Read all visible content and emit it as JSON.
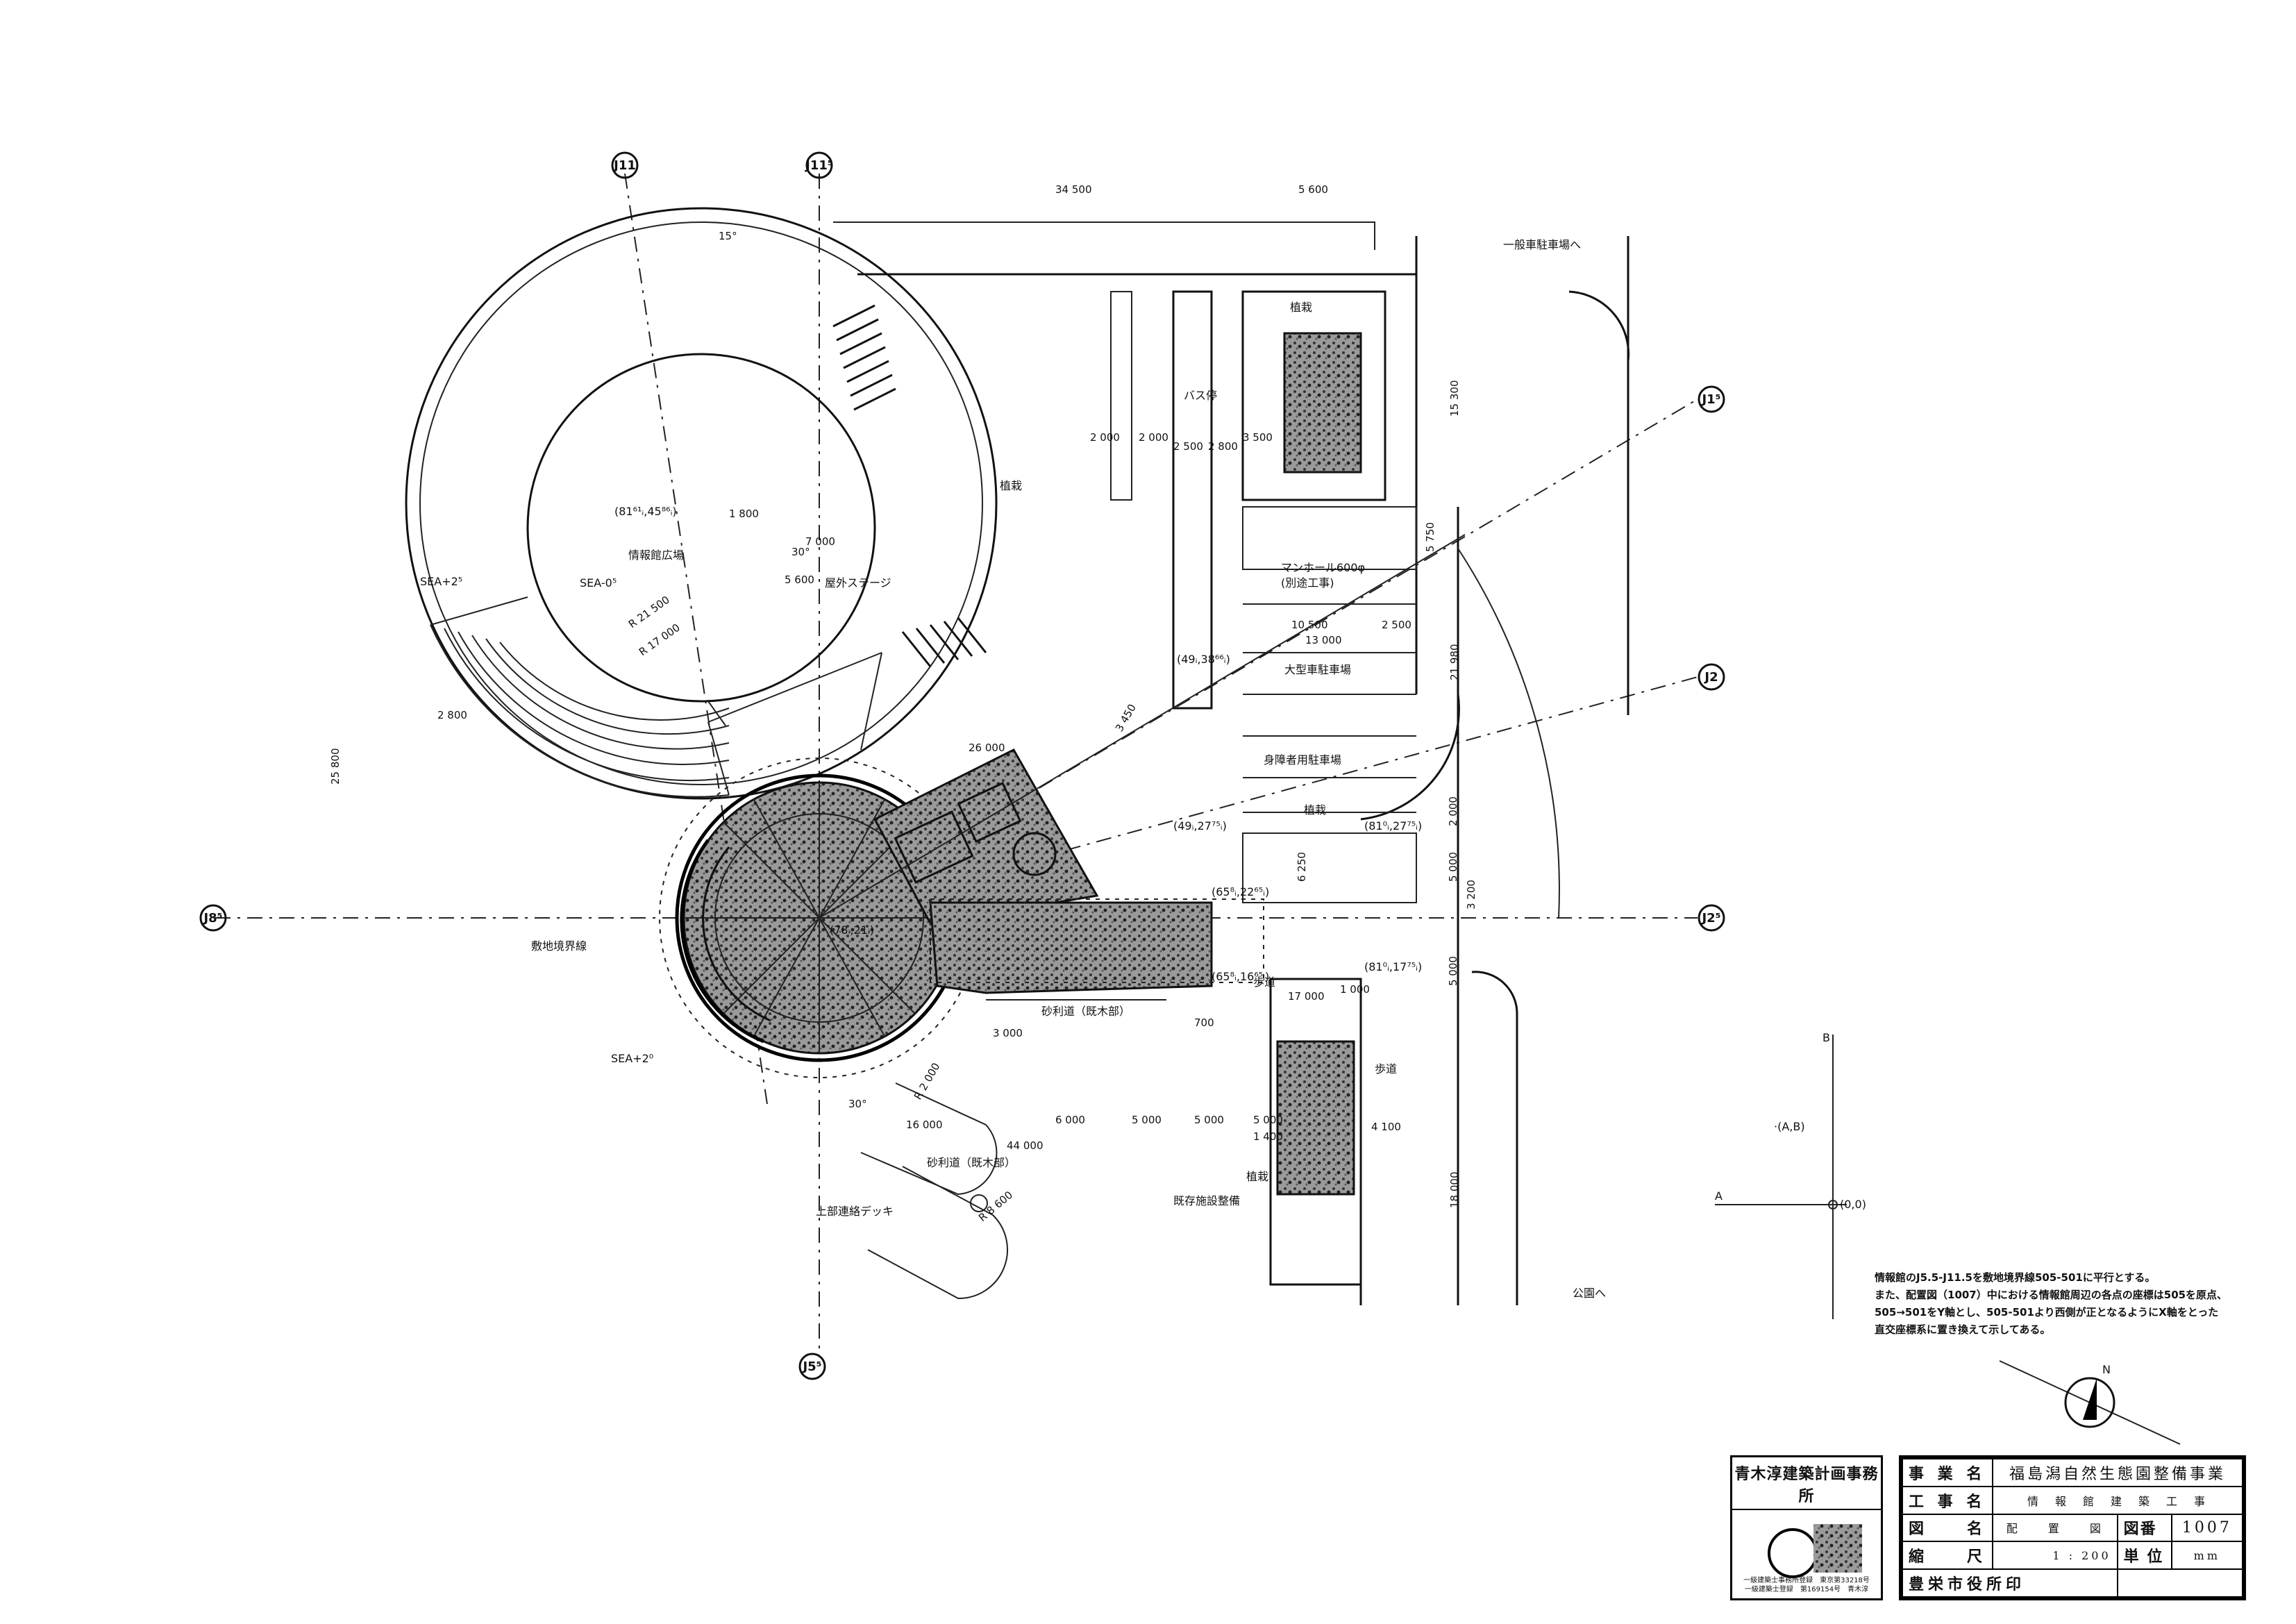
{
  "grid": {
    "j11": "J11",
    "j115": "J11⁵",
    "j15": "J1⁵",
    "j2": "J2",
    "j85": "J8⁵",
    "j25": "J2⁵",
    "j55": "J5⁵"
  },
  "dimensions": {
    "d34500": "34 500",
    "d5600": "5 600",
    "d1800": "1 800",
    "d7000": "7 000",
    "d5600b": "5 600",
    "d21500": "R 21 500",
    "d17000": "R 17 000",
    "d25800": "25 800",
    "d2800a": "2 800",
    "d2000a": "2 000",
    "d2000b": "2 000",
    "d2500a": "2 500",
    "d2800b": "2 800",
    "d3500": "3 500",
    "d15300": "15 300",
    "d5750": "5 750",
    "d10500": "10 500",
    "d13000": "13 000",
    "d2500b": "2 500",
    "d21980": "21 980",
    "d26000": "26 000",
    "d3450": "3 450",
    "d2000c": "2 000",
    "d5000a": "5 000",
    "d3200": "3 200",
    "d6250": "6 250",
    "d5000b": "5 000",
    "d1000": "1 000",
    "d17000b": "17 000",
    "d3000": "3 000",
    "d700": "700",
    "d6000": "6 000",
    "d5000c": "5 000",
    "d5000d": "5 000",
    "d5000e": "5 000",
    "d1400": "1 400",
    "d4100": "4 100",
    "d44000": "44 000",
    "d16000": "16 000",
    "d18000": "18 000",
    "dR2000": "R 2 000",
    "dR8600": "R 8 600",
    "d15deg": "15°",
    "d30deg": "30°",
    "d30deg2": "30°"
  },
  "labels": {
    "info_plaza": "情報館広場",
    "outdoor_stage": "屋外ステージ",
    "coord1": "(81⁶¹ᵢ,45⁸⁶ᵢ)",
    "sea_o": "SEA-0⁵",
    "sea_a": "SEA+2⁵",
    "sea_b": "SEA+2⁰",
    "general_parking": "一般車駐車場へ",
    "bus_stop": "バス停",
    "planting1": "植栽",
    "planting2": "植栽",
    "planting3": "植栽",
    "planting4": "植栽",
    "manhole": "マンホール600φ",
    "manhole_sub": "(別途工事)",
    "coord2": "(49ᵢ,38⁶⁶ᵢ)",
    "large_parking": "大型車駐車場",
    "disabled_parking": "身障者用駐車場",
    "coord3": "(49ᵢ,27⁷⁵ᵢ)",
    "coord4": "(81⁰ᵢ,27⁷⁵ᵢ)",
    "coord5": "(78ᵢ,21ᵢ)",
    "coord6": "(65⁸ᵢ,22⁶⁵ᵢ)",
    "coord7": "(81⁰ᵢ,17⁷⁵ᵢ)",
    "coord8": "(65⁸ᵢ,16⁶⁵ᵢ)",
    "sidewalk1": "歩道",
    "sidewalk2": "歩道",
    "slope1": "砂利道（既木部）",
    "slope2": "砂利道（既木部）",
    "boundary": "敷地境界線",
    "bridge_deck": "上部連絡デッキ",
    "existing_facility": "既存施設整備",
    "to_park": "公園へ",
    "axis_b": "B",
    "axis_a": "A",
    "axis_ab": "·(A,B)",
    "axis_origin": "(0,0)",
    "north": "N"
  },
  "note": {
    "line1": "情報館のJ5.5-J11.5を敷地境界線505-501に平行とする。",
    "line2": "また、配置図（1007）中における情報館周辺の各点の座標は505を原点、",
    "line3": "505→501をY軸とし、505-501より西側が正となるようにX軸をとった",
    "line4": "直交座標系に置き換えて示してある。"
  },
  "firm": {
    "name": "青木淳建築計画事務所",
    "reg1": "一級建築士事務所登録　東京第33218号",
    "reg2": "一級建築士登録　第169154号　青木淳"
  },
  "titleblock": {
    "project_key": "事 業 名",
    "project_val": "福島潟自然生態園整備事業",
    "work_key": "工 事 名",
    "work_val": "情　報　館　建　築　工　事",
    "drawing_key": "図　　名",
    "drawing_val": "配　　置　　図",
    "drawing_no_key": "図番",
    "drawing_no_val": "1007",
    "scale_key": "縮　　尺",
    "scale_val": "1 : 200",
    "unit_key": "単 位",
    "unit_val": "mm",
    "office_key": "豊栄市役所印",
    "office_val": ""
  }
}
